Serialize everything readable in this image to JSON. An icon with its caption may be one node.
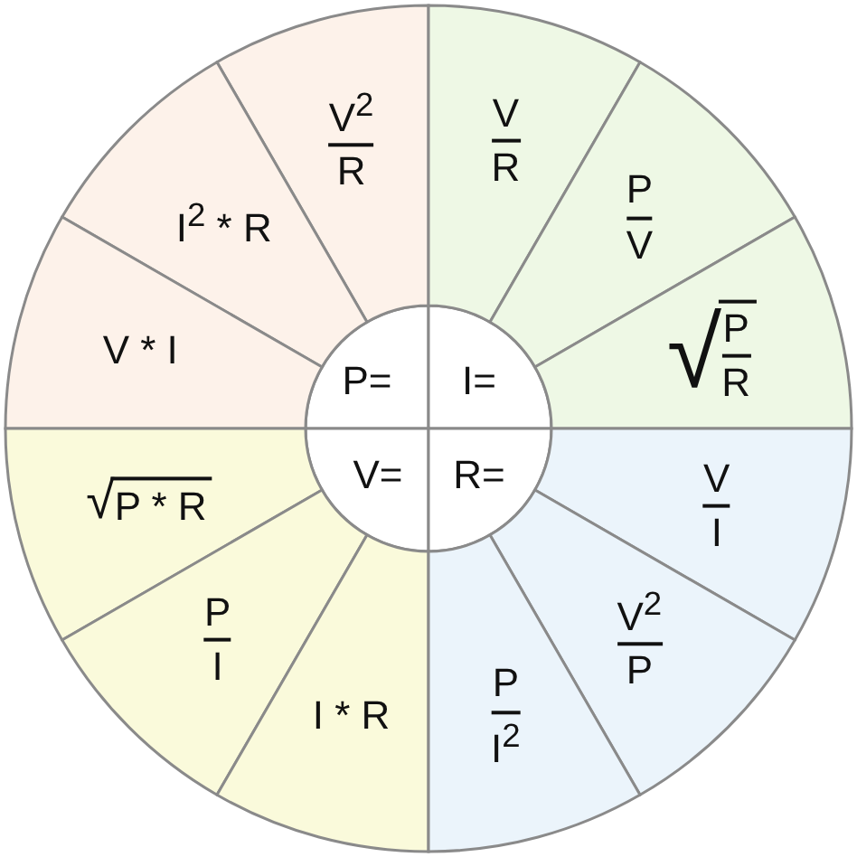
{
  "diagram": {
    "nodes": [
      {
        "text": [
          "P="
        ]
      },
      {
        "text": [
          "I="
        ]
      },
      {
        "text": [
          "V="
        ]
      },
      {
        "text": [
          "R="
        ]
      },
      {
        "text": [
          "V$^{2}$",
          "R"
        ]
      },
      {
        "text": [
          "I$^{2}$ * R"
        ]
      },
      {
        "text": [
          "V * I"
        ]
      },
      {
        "text": [
          "V",
          "R"
        ]
      },
      {
        "text": [
          "P",
          "V"
        ]
      },
      {
        "text": [
          "√",
          "P",
          "R"
        ]
      },
      {
        "text": [
          "√",
          "P * R"
        ]
      },
      {
        "text": [
          "P",
          "I"
        ]
      },
      {
        "text": [
          "I * R"
        ]
      },
      {
        "text": [
          "V",
          "I"
        ]
      },
      {
        "text": [
          "V$^{2}$",
          "P"
        ]
      },
      {
        "text": [
          "P",
          "I$^{2}$"
        ]
      }
    ]
  }
}
